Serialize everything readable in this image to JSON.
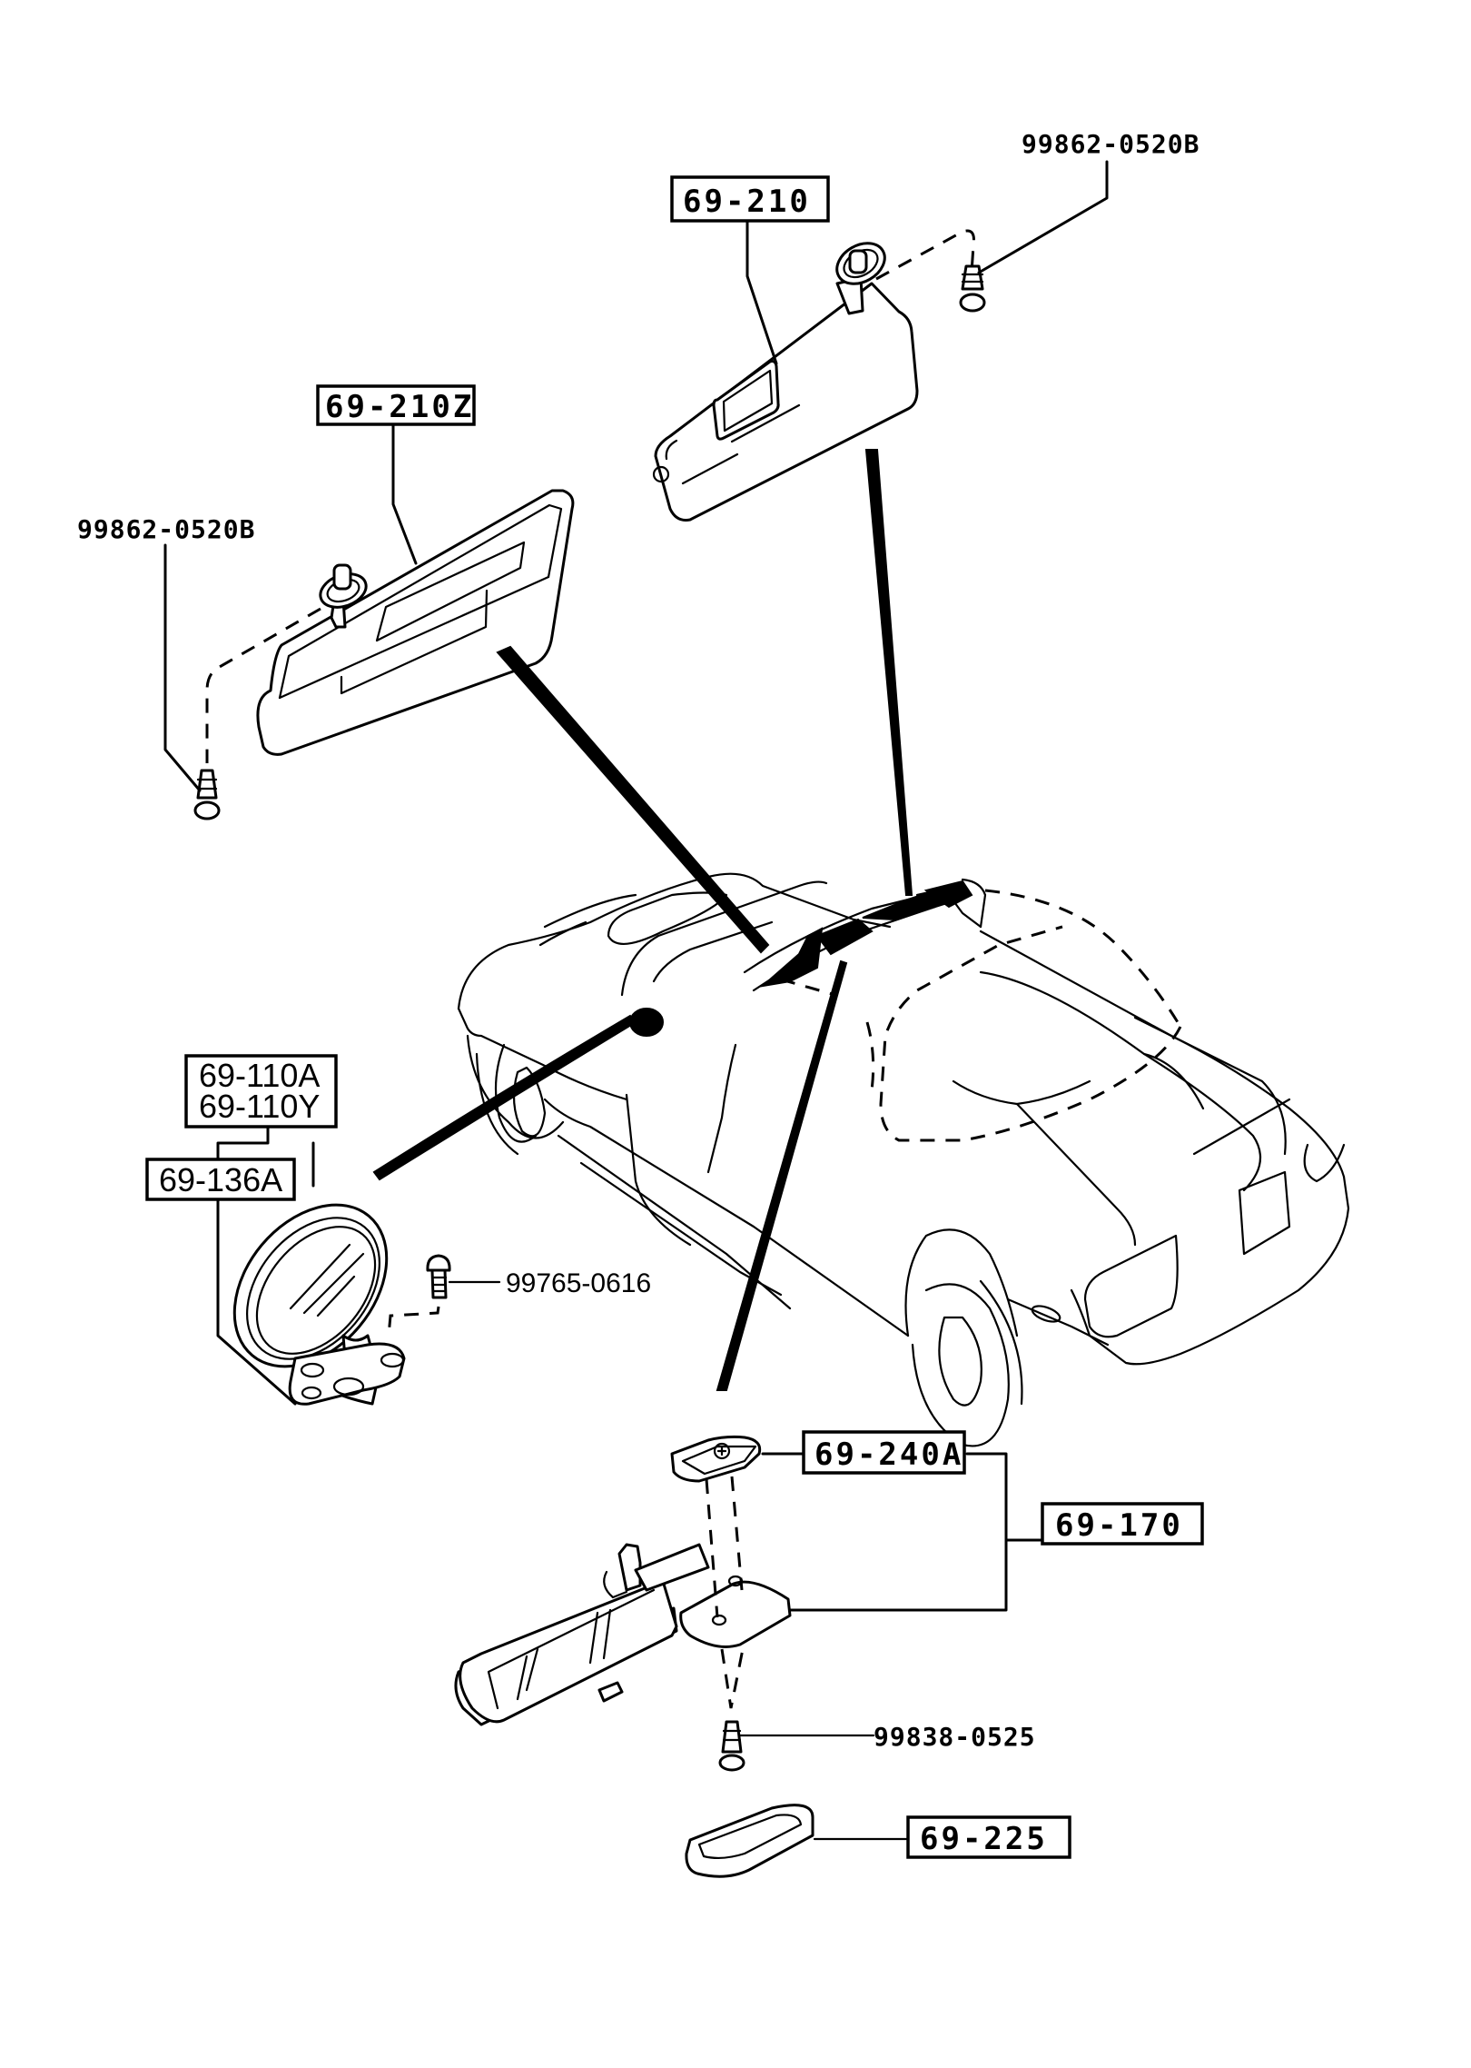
{
  "diagram": {
    "subject": "Interior mirrors and sun visors — convertible roadster",
    "theme": {
      "ink": "#000000",
      "paper": "#ffffff"
    }
  },
  "parts": {
    "sun_visor_right": {
      "code": "69-210"
    },
    "sun_visor_right_screw": {
      "code": "99862-0520B"
    },
    "sun_visor_left": {
      "code": "69-210Z"
    },
    "sun_visor_left_screw": {
      "code": "99862-0520B"
    },
    "outside_mirror": {
      "codes": [
        "69-110A",
        "69-110Y"
      ]
    },
    "outside_mirror_gasket": {
      "code": "69-136A"
    },
    "outside_mirror_screw": {
      "code": "99765-0616"
    },
    "rearview_mirror_cover": {
      "code": "69-240A"
    },
    "rearview_mirror": {
      "code": "69-170"
    },
    "rearview_mirror_screw": {
      "code": "99838-0525"
    },
    "rearview_mirror_base_cover": {
      "code": "69-225"
    }
  }
}
